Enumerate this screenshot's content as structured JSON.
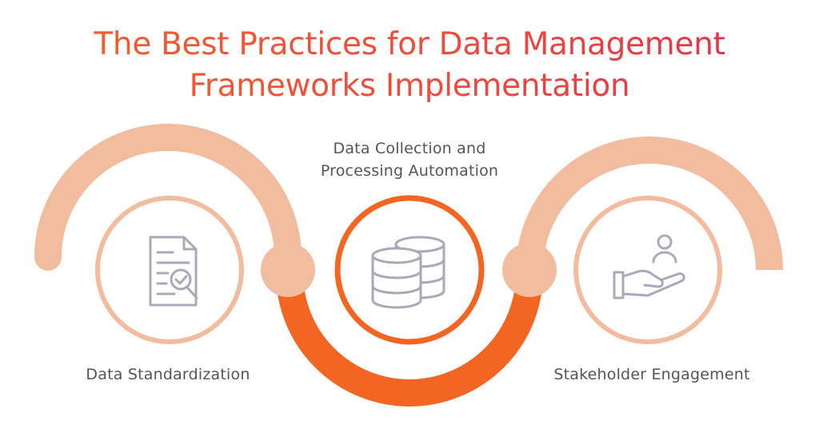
{
  "title": {
    "line1": "The Best Practices for Data Management",
    "line2": "Frameworks Implementation"
  },
  "steps": [
    {
      "label": "Data Standardization",
      "icon": "document-check-search-icon"
    },
    {
      "label_line1": "Data Collection and",
      "label_line2": "Processing Automation",
      "icon": "database-icon"
    },
    {
      "label": "Stakeholder Engagement",
      "icon": "hand-person-icon"
    }
  ],
  "colors": {
    "title_start": "#f2622a",
    "title_end": "#e02f4e",
    "arc_light": "#f2bc9f",
    "arc_accent": "#f26522",
    "icon_stroke": "#a9a9ba",
    "label_text": "#555555"
  }
}
